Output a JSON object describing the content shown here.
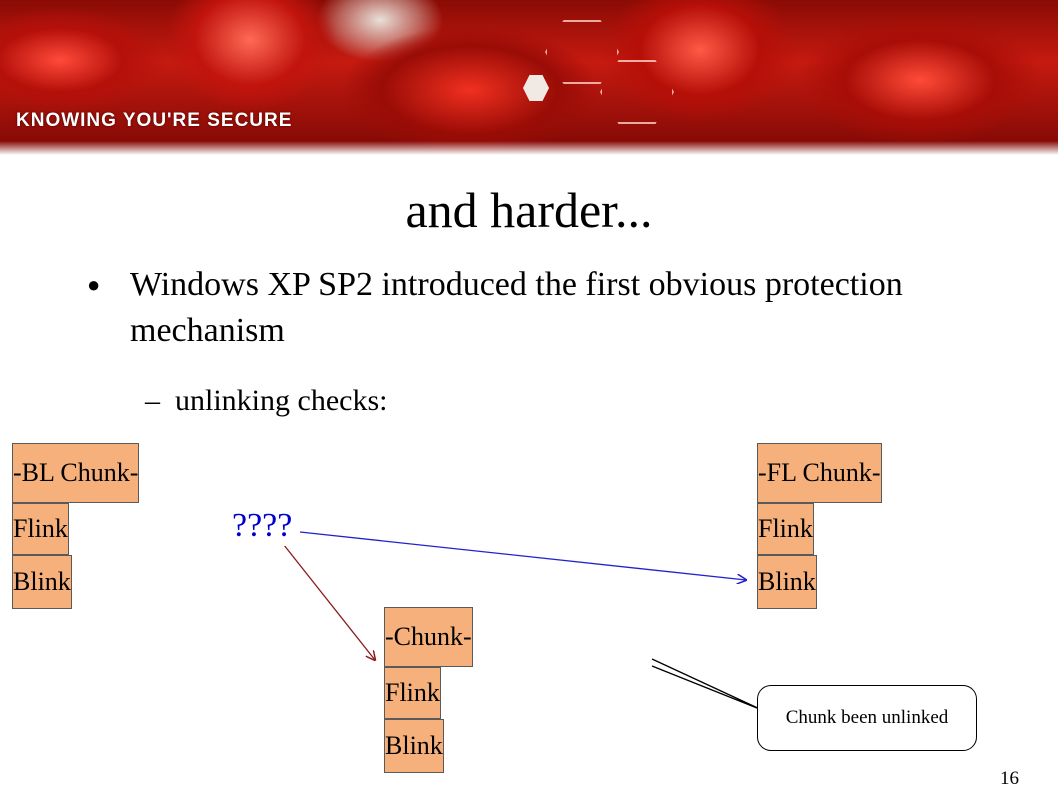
{
  "banner": {
    "tagline": "KNOWING YOU'RE SECURE"
  },
  "slide": {
    "title": "and harder...",
    "bullet_main_marker": "●",
    "bullet_main": "Windows XP SP2 introduced the first obvious protection mechanism",
    "bullet_sub_marker": "–",
    "bullet_sub": "unlinking checks:",
    "page_number": "16"
  },
  "diagram": {
    "bl_chunk": {
      "header": "-BL Chunk-",
      "flink": "Flink",
      "blink": "Blink"
    },
    "fl_chunk": {
      "header": "-FL Chunk-",
      "flink": "Flink",
      "blink": "Blink"
    },
    "mid_chunk": {
      "header": "-Chunk-",
      "flink": "Flink",
      "blink": "Blink"
    },
    "question_marks": "????",
    "callout": "Chunk been unlinked",
    "colors": {
      "box_fill": "#f5b07c",
      "arrow_blue": "#2222cc",
      "arrow_red": "#8b1a1a",
      "question_text": "#0000cc"
    }
  }
}
